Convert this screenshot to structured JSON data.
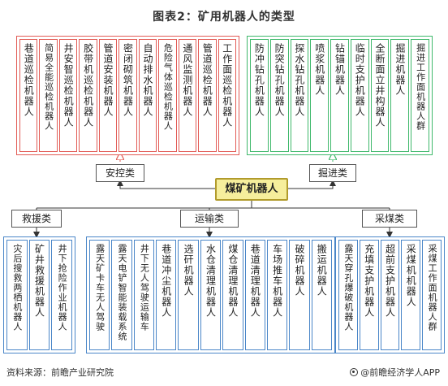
{
  "title": "图表2：矿用机器人的类型",
  "center": "煤矿机器人",
  "categories": {
    "safety": {
      "label": "安控类",
      "items": [
        "巷道巡检机器人",
        "简易全能巡检机器人",
        "井安智巡检机器人",
        "胶带机巡检机器人",
        "管道安装机器人",
        "密闭砌筑机器人",
        "自动排水机器人",
        "危险气体巡检机器人",
        "通风监测机器人",
        "管道巡检机器人",
        "工作面巡检机器人"
      ]
    },
    "tunneling": {
      "label": "掘进类",
      "items": [
        "防冲钻孔机器人",
        "防突钻孔机器人",
        "探水钻孔机器人",
        "喷浆机器人",
        "钻锚机器人",
        "临时支护机器人",
        "全断面立井构器人",
        "掘进机器人",
        "掘进工作面机器人群"
      ]
    },
    "rescue": {
      "label": "救援类",
      "items": [
        "灾后搜救两栖机器人",
        "矿井救援机器人",
        "井下抢险作业机器人"
      ]
    },
    "transport": {
      "label": "运输类",
      "items": [
        "露天矿卡车无人驾驶",
        "露天电铲智能装载系统",
        "井下无人驾驶运输车",
        "巷道冲尘机器人",
        "选矸机器人",
        "水仓清理机器人",
        "煤仓清理机器人",
        "巷道清理机器人",
        "车场推车机器人",
        "破碎机器人",
        "搬运机器人"
      ]
    },
    "mining": {
      "label": "采煤类",
      "items": [
        "露天穿孔爆破机器人",
        "充填支护机器人",
        "超前支护机器人",
        "采煤机机器人",
        "采煤工作面机器人群"
      ]
    }
  },
  "footer": {
    "source": "资料来源：前瞻产业研究院",
    "brand": "@前瞻经济学人APP"
  }
}
